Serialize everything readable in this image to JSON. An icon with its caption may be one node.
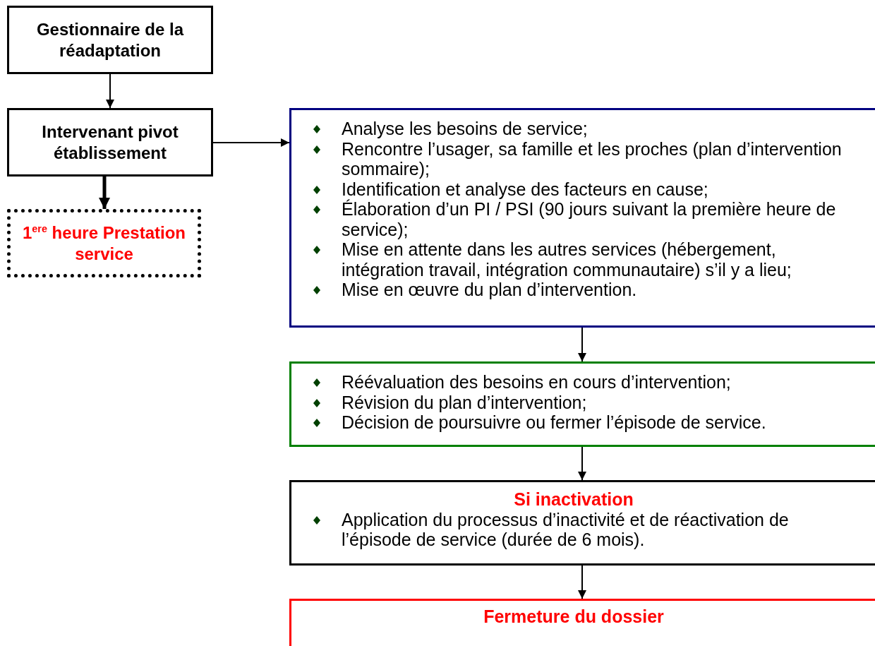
{
  "diagram": {
    "nodes": [
      {
        "text": [
          "Gestionnaire de la réadaptation"
        ]
      },
      {
        "text": [
          "Intervenant pivot établissement"
        ]
      },
      {
        "text": [
          "Analyse les besoins de service;",
          "Rencontre l’usager, sa famille et les proches (plan d’intervention sommaire);",
          "Identification et analyse des facteurs en cause;",
          "Élaboration d’un PI / PSI (90 jours suivant la première heure de service);",
          "Mise en attente dans les autres services (hébergement, intégration travail, intégration communautaire) s’il y a lieu;",
          "Mise en œuvre du plan d’intervention."
        ]
      },
      {
        "text": [
          "1$^{ere}$ heure Prestation service"
        ]
      },
      {
        "text": [
          "Réévaluation des besoins en cours d’intervention;",
          "Révision du plan d’intervention;",
          "Décision de poursuivre ou fermer l’épisode de service."
        ]
      },
      {
        "text": [
          "Si inactivation",
          "Application du processus d’inactivité et de réactivation de l’épisode de service (durée de 6 mois)."
        ]
      },
      {
        "text": [
          "Fermeture du dossier"
        ]
      }
    ],
    "edges": [
      {
        "from": 0,
        "to": 1,
        "arrow": "to"
      },
      {
        "from": 1,
        "to": 2,
        "arrow": "to"
      },
      {
        "from": 1,
        "to": 3,
        "arrow": "to",
        "style": "thick"
      },
      {
        "from": 2,
        "to": 4,
        "arrow": "to"
      },
      {
        "from": 4,
        "to": 5,
        "arrow": "to"
      },
      {
        "from": 5,
        "to": 6,
        "arrow": "to"
      }
    ]
  }
}
